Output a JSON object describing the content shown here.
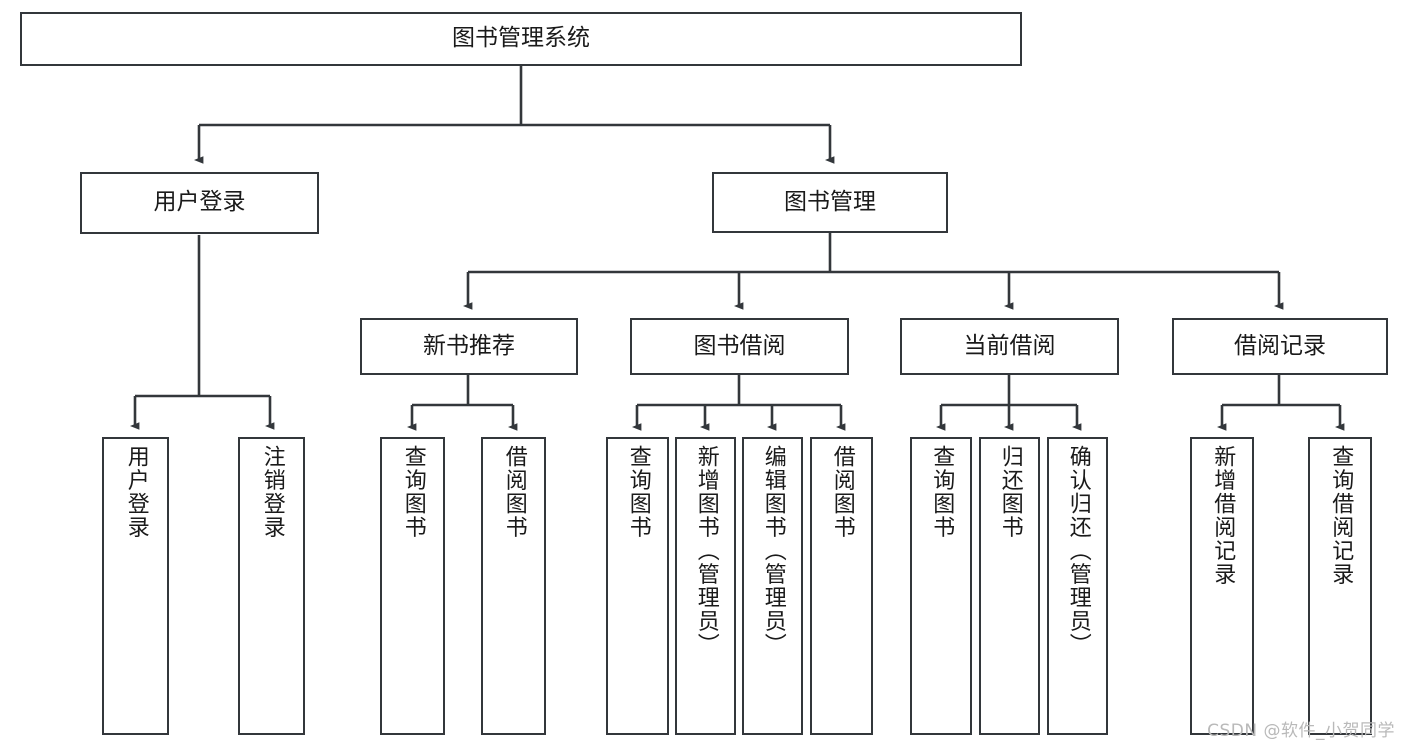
{
  "diagram": {
    "type": "tree",
    "title": "图书管理系统",
    "colors": {
      "stroke": "#33373b",
      "fill": "#ffffff",
      "text": "#1a1a1a",
      "watermark": "#b9b9b9"
    },
    "root": {
      "label": "图书管理系统"
    },
    "level2": [
      {
        "label": "用户登录"
      },
      {
        "label": "图书管理"
      }
    ],
    "level3": [
      {
        "label": "新书推荐"
      },
      {
        "label": "图书借阅"
      },
      {
        "label": "当前借阅"
      },
      {
        "label": "借阅记录"
      }
    ],
    "leaves": {
      "user_login": [
        {
          "label": "用户登录"
        },
        {
          "label": "注销登录"
        }
      ],
      "new_book": [
        {
          "label": "查询图书"
        },
        {
          "label": "借阅图书"
        }
      ],
      "book_borrow": [
        {
          "label": "查询图书"
        },
        {
          "label": "新增图书（管理员）"
        },
        {
          "label": "编辑图书（管理员）"
        },
        {
          "label": "借阅图书"
        }
      ],
      "current_borrow": [
        {
          "label": "查询图书"
        },
        {
          "label": "归还图书"
        },
        {
          "label": "确认归还（管理员）"
        }
      ],
      "borrow_record": [
        {
          "label": "新增借阅记录"
        },
        {
          "label": "查询借阅记录"
        }
      ]
    }
  },
  "watermark": {
    "text": "CSDN @软件_小贺同学"
  }
}
